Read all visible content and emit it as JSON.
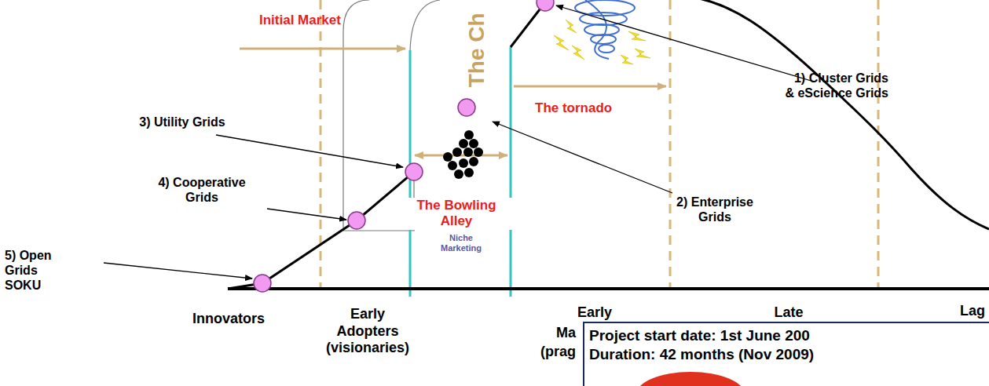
{
  "diagram": {
    "nodes": [
      {
        "text": [
          "Project start date: 1st June 200",
          "Duration: 42 months (Nov 2009)"
        ]
      }
    ],
    "labels": [
      "Initial Market",
      "The Ch",
      "1) Cluster Grids & eScience Grids",
      "3) Utility Grids",
      "The tornado",
      "4) Cooperative Grids",
      "The Bowling Alley",
      "Niche Marketing",
      "2) Enterprise Grids",
      "5) Open Grids SOKU",
      "Innovators",
      "Early Adopters (visionaries)",
      "Early",
      "Ma",
      "(prag",
      "Late",
      "Lag"
    ]
  }
}
